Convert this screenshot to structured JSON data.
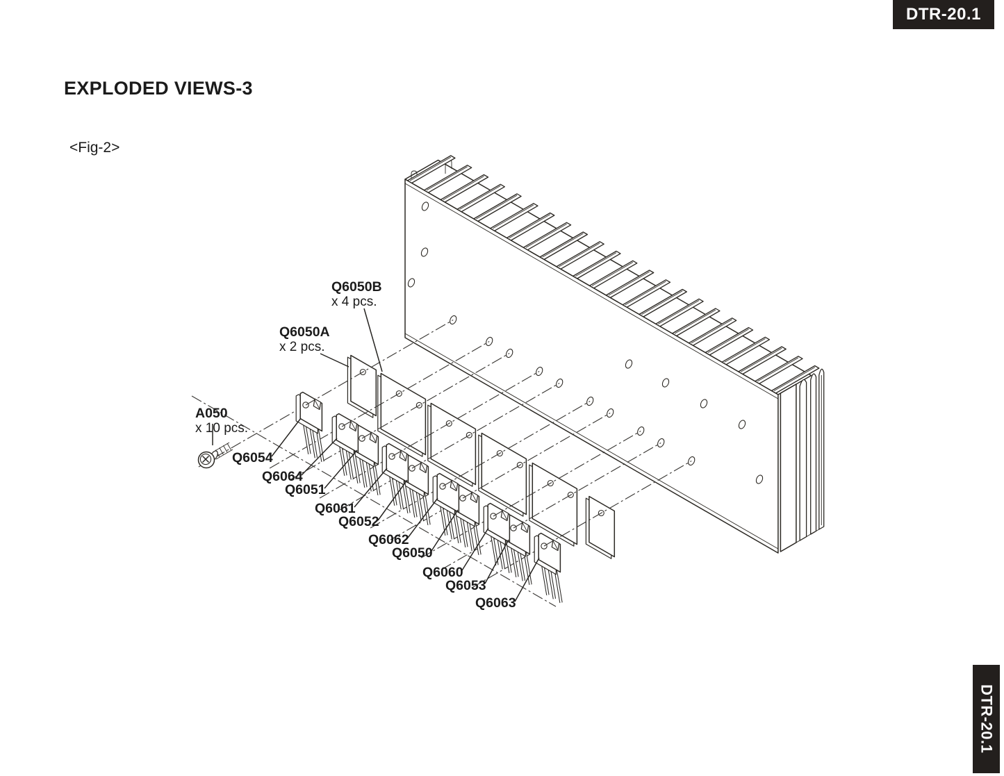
{
  "header": {
    "model_badge": "DTR-20.1"
  },
  "side_tab": {
    "model_badge": "DTR-20.1"
  },
  "title": "EXPLODED VIEWS-3",
  "figure_label": "<Fig-2>",
  "callouts": {
    "insulator_b": {
      "part": "Q6050B",
      "qty": "x 4 pcs."
    },
    "insulator_a": {
      "part": "Q6050A",
      "qty": "x 2 pcs."
    },
    "screw": {
      "part": "A050",
      "qty": "x 10 pcs."
    }
  },
  "transistors": [
    {
      "ref": "Q6054"
    },
    {
      "ref": "Q6064"
    },
    {
      "ref": "Q6051"
    },
    {
      "ref": "Q6061"
    },
    {
      "ref": "Q6052"
    },
    {
      "ref": "Q6062"
    },
    {
      "ref": "Q6050"
    },
    {
      "ref": "Q6060"
    },
    {
      "ref": "Q6053"
    },
    {
      "ref": "Q6063"
    }
  ]
}
